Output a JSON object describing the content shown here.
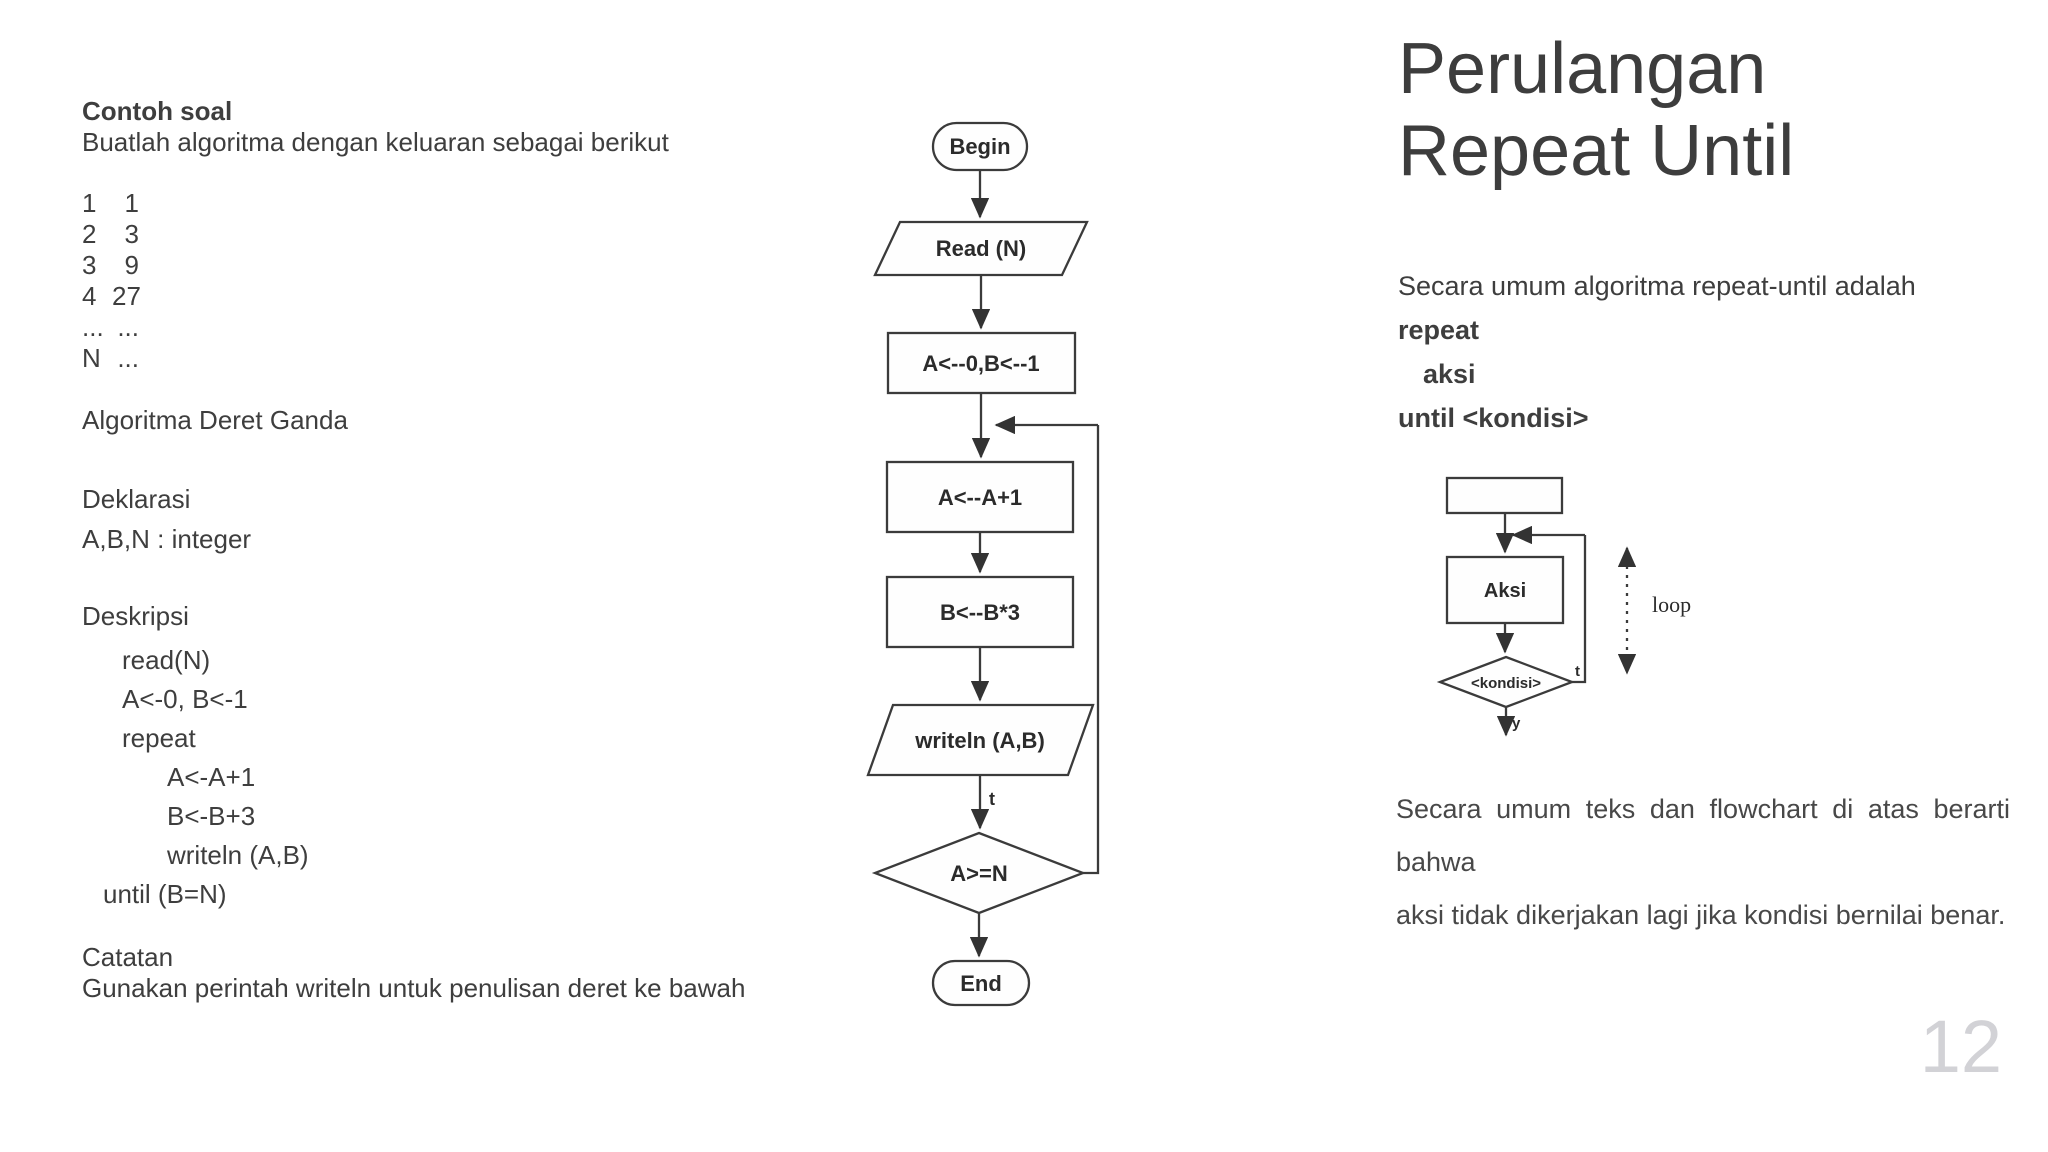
{
  "left": {
    "heading": "Contoh soal",
    "subheading": "Buatlah algoritma dengan keluaran sebagai berikut",
    "table": [
      [
        "1",
        "1"
      ],
      [
        "2",
        "3"
      ],
      [
        "3",
        "9"
      ],
      [
        "4",
        "27"
      ],
      [
        "...",
        "..."
      ],
      [
        "N",
        "..."
      ]
    ],
    "algorithm_title": "Algoritma Deret Ganda",
    "deklarasi_label": "Deklarasi",
    "deklarasi_line": "A,B,N : integer",
    "deskripsi_label": "Deskripsi",
    "code": [
      {
        "text": "read(N)"
      },
      {
        "text": "A<-0, B<-1"
      },
      {
        "text": "repeat"
      },
      {
        "text": "A<-A+1"
      },
      {
        "text": "B<-B+3"
      },
      {
        "text": "writeln (A,B)"
      },
      {
        "text": "until (B=N)"
      }
    ],
    "catatan_label": "Catatan",
    "catatan_text": "Gunakan perintah writeln untuk penulisan deret ke bawah"
  },
  "flowchart": {
    "begin": "Begin",
    "read": "Read (N)",
    "init": "A<--0,B<--1",
    "step1": "A<--A+1",
    "step2": "B<--B*3",
    "write": "writeln (A,B)",
    "cond": "A>=N",
    "end": "End",
    "true_label": "t"
  },
  "right": {
    "title_line1": "Perulangan",
    "title_line2": "Repeat Until",
    "intro": "Secara umum algoritma repeat-until adalah",
    "pseudo": [
      "repeat",
      "aksi",
      "until <kondisi>"
    ],
    "mini_flowchart": {
      "aksi": "Aksi",
      "kondisi": "<kondisi>",
      "t": "t",
      "y": "y",
      "loop": "loop"
    },
    "outro_line1": "Secara umum teks dan flowchart di atas berarti bahwa",
    "outro_line2": "aksi tidak dikerjakan lagi jika kondisi bernilai benar."
  },
  "page": {
    "number": "12"
  }
}
